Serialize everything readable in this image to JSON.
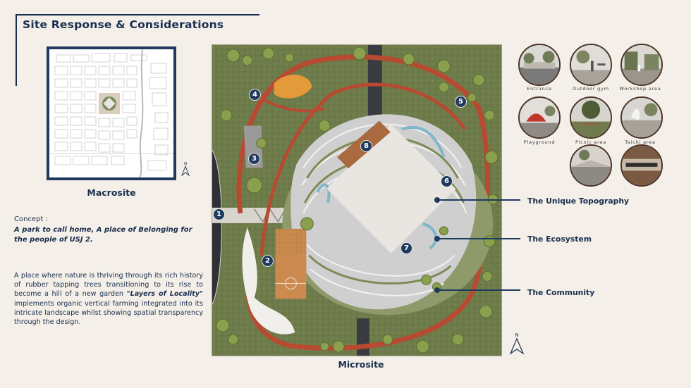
{
  "title": "Site Response & Considerations",
  "macrosite": {
    "label": "Macrosite",
    "north": "N"
  },
  "concept": {
    "label": "Concept :",
    "statement": "A park to call home, A place of Belonging for the people of USJ 2."
  },
  "description": {
    "before": "A place where nature is thriving through its rich history of rubber tapping trees transitioning to its rise to become a hill of a new garden ",
    "emphasis": "\"Layers of Locality\"",
    "after": " implements organic vertical farming integrated into its intricate landscape whilst showing spatial transparency through the design."
  },
  "microsite": {
    "label": "Microsite",
    "north": "N",
    "markers": [
      "1",
      "2",
      "3",
      "4",
      "5",
      "6",
      "7",
      "8"
    ]
  },
  "callouts": [
    {
      "label": "The Unique Topography"
    },
    {
      "label": "The Ecosystem"
    },
    {
      "label": "The Community"
    }
  ],
  "thumbnails": [
    {
      "caption": "Entrance"
    },
    {
      "caption": "Outdoor gym"
    },
    {
      "caption": "Workshop area"
    },
    {
      "caption": "Playground"
    },
    {
      "caption": "Picnic area"
    },
    {
      "caption": "Taichi area"
    },
    {
      "caption": ""
    },
    {
      "caption": ""
    }
  ],
  "colors": {
    "navy": "#1f3a5f",
    "background": "#f4efe8",
    "path_red": "#b84a32",
    "grass": "#6e7b4a"
  }
}
